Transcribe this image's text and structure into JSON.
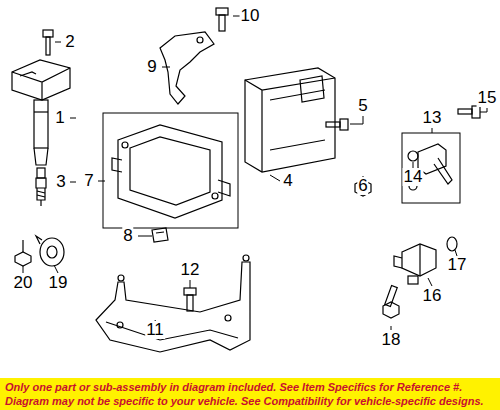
{
  "diagram": {
    "caption": "Only one part or sub-assembly in diagram included. See Item Specifics for Reference #. Diagram may not be specific to your vehicle. See Compatibility for vehicle-specific designs.",
    "labels": [
      "10",
      "2",
      "9",
      "5",
      "15",
      "13",
      "1",
      "4",
      "7",
      "14",
      "6",
      "3",
      "8",
      "12",
      "17",
      "16",
      "19",
      "20",
      "11",
      "18"
    ]
  }
}
